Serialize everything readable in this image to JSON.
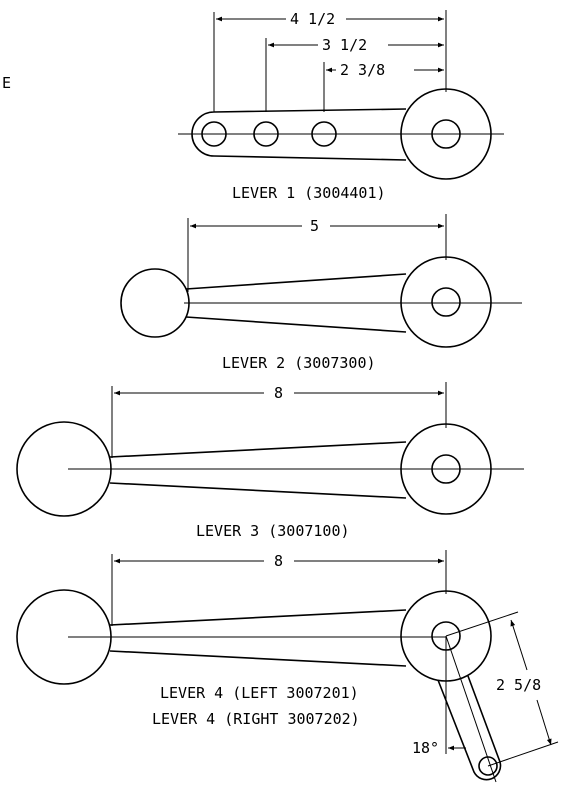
{
  "edge_letter": "E",
  "lever1": {
    "label": "LEVER 1 (3004401)",
    "dims": [
      "4 1/2",
      "3 1/2",
      "2 3/8"
    ]
  },
  "lever2": {
    "label": "LEVER 2 (3007300)",
    "dim": "5"
  },
  "lever3": {
    "label": "LEVER 3 (3007100)",
    "dim": "8"
  },
  "lever4": {
    "label_left": "LEVER 4 (LEFT 3007201)",
    "label_right": "LEVER 4 (RIGHT 3007202)",
    "dim": "8",
    "dim_arm": "2 5/8",
    "angle": "18°"
  }
}
